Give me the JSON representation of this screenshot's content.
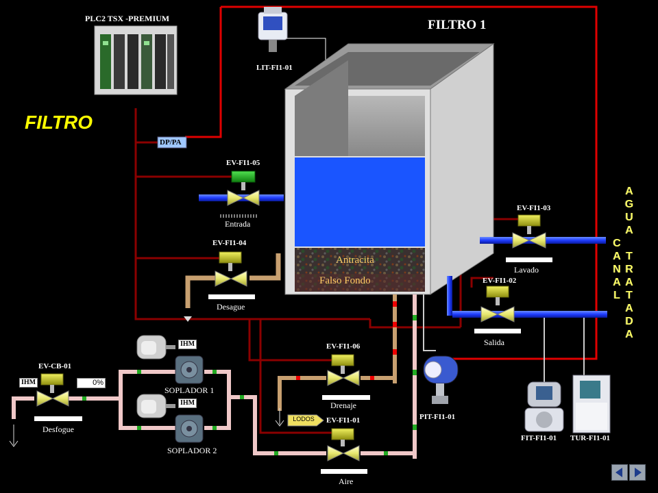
{
  "screen": {
    "title": "FILTRO",
    "tank_title": "FILTRO 1",
    "plc_label": "PLC2 TSX -PREMIUM",
    "bus_label": "DP/PA",
    "layers": {
      "anthracite": "Antracita",
      "false_bottom": "Falso Fondo"
    },
    "canal_text": "CANAL",
    "agua_tratada_text": "AGUA TRATADA",
    "lodos_label": "LODOS"
  },
  "instruments": {
    "level": "LIT-FI1-01",
    "pressure": "PIT-FI1-01",
    "flow": "FIT-FI1-01",
    "turbidity": "TUR-FI1-01"
  },
  "valves": [
    {
      "tag": "EV-FI1-05",
      "name": "Entrada"
    },
    {
      "tag": "EV-FI1-04",
      "name": "Desague"
    },
    {
      "tag": "EV-FI1-03",
      "name": "Lavado"
    },
    {
      "tag": "EV-FI1-02",
      "name": "Salida"
    },
    {
      "tag": "EV-FI1-06",
      "name": "Drenaje"
    },
    {
      "tag": "EV-FI1-01",
      "name": "Aire"
    },
    {
      "tag": "EV-CB-01",
      "name": "Desfogue"
    }
  ],
  "blowers": [
    {
      "name": "SOPLADOR 1",
      "mode": "IHM"
    },
    {
      "name": "SOPLADOR 2",
      "mode": "IHM"
    }
  ],
  "desfogue_controls": {
    "mode": "IHM",
    "opening": "0%"
  },
  "colors": {
    "signal": "#e00000",
    "control": "#8b0000",
    "water": "#1e50ff",
    "drain": "#c8a070",
    "air": "#f0c8c8",
    "valve": "#ffff88",
    "actuator": "#c8c820",
    "accent_text": "#ffff00"
  },
  "nav": {
    "prev": "previous-screen",
    "next": "next-screen"
  }
}
